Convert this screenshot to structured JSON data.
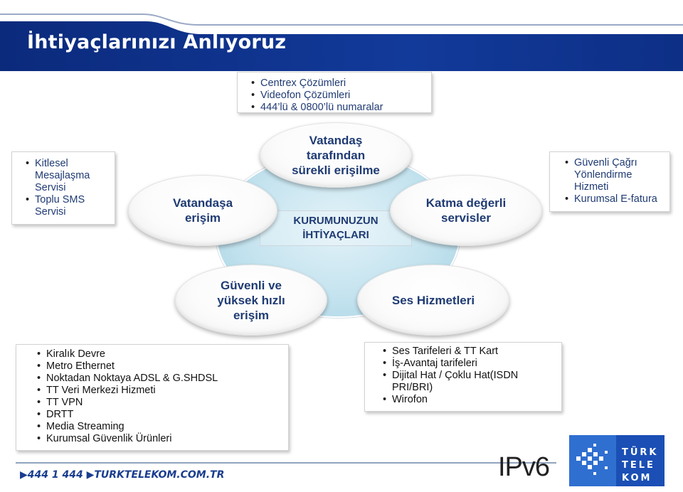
{
  "slide": {
    "title": "İhtiyaçlarınızı Anlıyoruz"
  },
  "boxes": {
    "top": [
      "Centrex Çözümleri",
      "Videofon Çözümleri",
      "444’lü & 0800’lü numaralar"
    ],
    "left": [
      "Kitlesel Mesajlaşma Servisi",
      "Toplu SMS Servisi"
    ],
    "right": [
      "Güvenli Çağrı Yönlendirme Hizmeti",
      "Kurumsal E-fatura"
    ],
    "bottom_left": [
      "Kiralık Devre",
      "Metro Ethernet",
      "Noktadan Noktaya ADSL & G.SHDSL",
      "TT  Veri Merkezi Hizmeti",
      "TT VPN",
      "DRTT",
      "Media Streaming",
      "Kurumsal Güvenlik Ürünleri"
    ],
    "bottom_right": [
      "Ses Tarifeleri & TT Kart",
      "İş-Avantaj tarifeleri",
      "Dijital Hat / Çoklu Hat(ISDN PRI/BRI)",
      "Wirofon"
    ]
  },
  "diagram": {
    "center": "KURUMUNUZUN İHTİYAÇLARI",
    "top": "Vatandaş tarafından sürekli erişilme",
    "left": "Vatandaşa erişim",
    "right": "Katma değerli servisler",
    "bottom_left": "Güvenli ve yüksek hızlı erişim",
    "bottom_right": "Ses Hizmetleri"
  },
  "footer": {
    "brand": "▶444 1 444 ▶TURKTELEKOM.COM.TR",
    "ipv6": "IPv6",
    "logo_lines": [
      "TÜRK",
      "TELE",
      "KOM"
    ]
  },
  "colors": {
    "header_blue": "#0d2f86",
    "accent_text": "#1f3b73",
    "center_fill": "#c4e3ef"
  }
}
